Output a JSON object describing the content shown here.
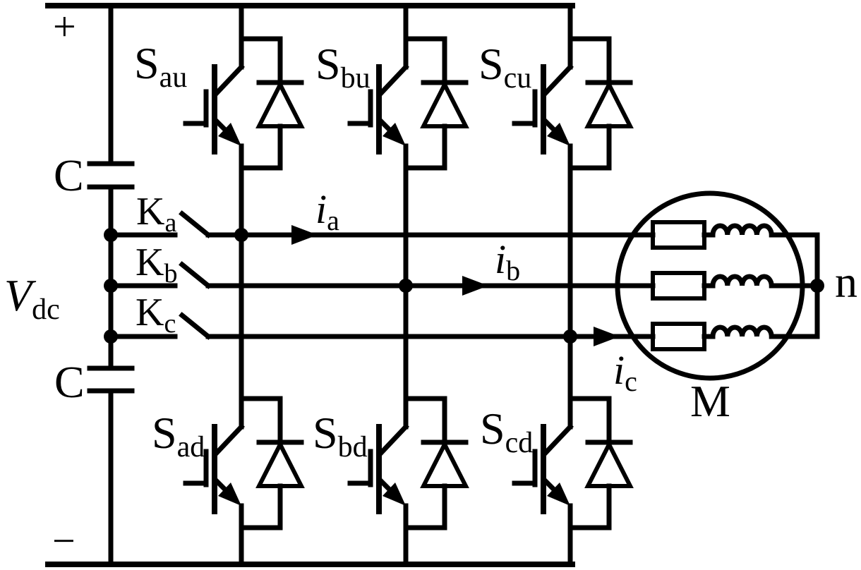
{
  "labels": {
    "plus": "+",
    "minus": "−",
    "dc_voltage": {
      "main": "V",
      "sub": "dc"
    },
    "capacitor_top": "C",
    "capacitor_bottom": "C",
    "igbt_upper": [
      {
        "main": "S",
        "sub": "au"
      },
      {
        "main": "S",
        "sub": "bu"
      },
      {
        "main": "S",
        "sub": "cu"
      }
    ],
    "igbt_lower": [
      {
        "main": "S",
        "sub": "ad"
      },
      {
        "main": "S",
        "sub": "bd"
      },
      {
        "main": "S",
        "sub": "cd"
      }
    ],
    "contactors": [
      {
        "main": "K",
        "sub": "a"
      },
      {
        "main": "K",
        "sub": "b"
      },
      {
        "main": "K",
        "sub": "c"
      }
    ],
    "phase_currents": [
      {
        "main": "i",
        "sub": "a"
      },
      {
        "main": "i",
        "sub": "b"
      },
      {
        "main": "i",
        "sub": "c"
      }
    ],
    "motor": "M",
    "neutral": "n"
  },
  "colors": {
    "stroke": "#000000",
    "background": "#ffffff"
  }
}
